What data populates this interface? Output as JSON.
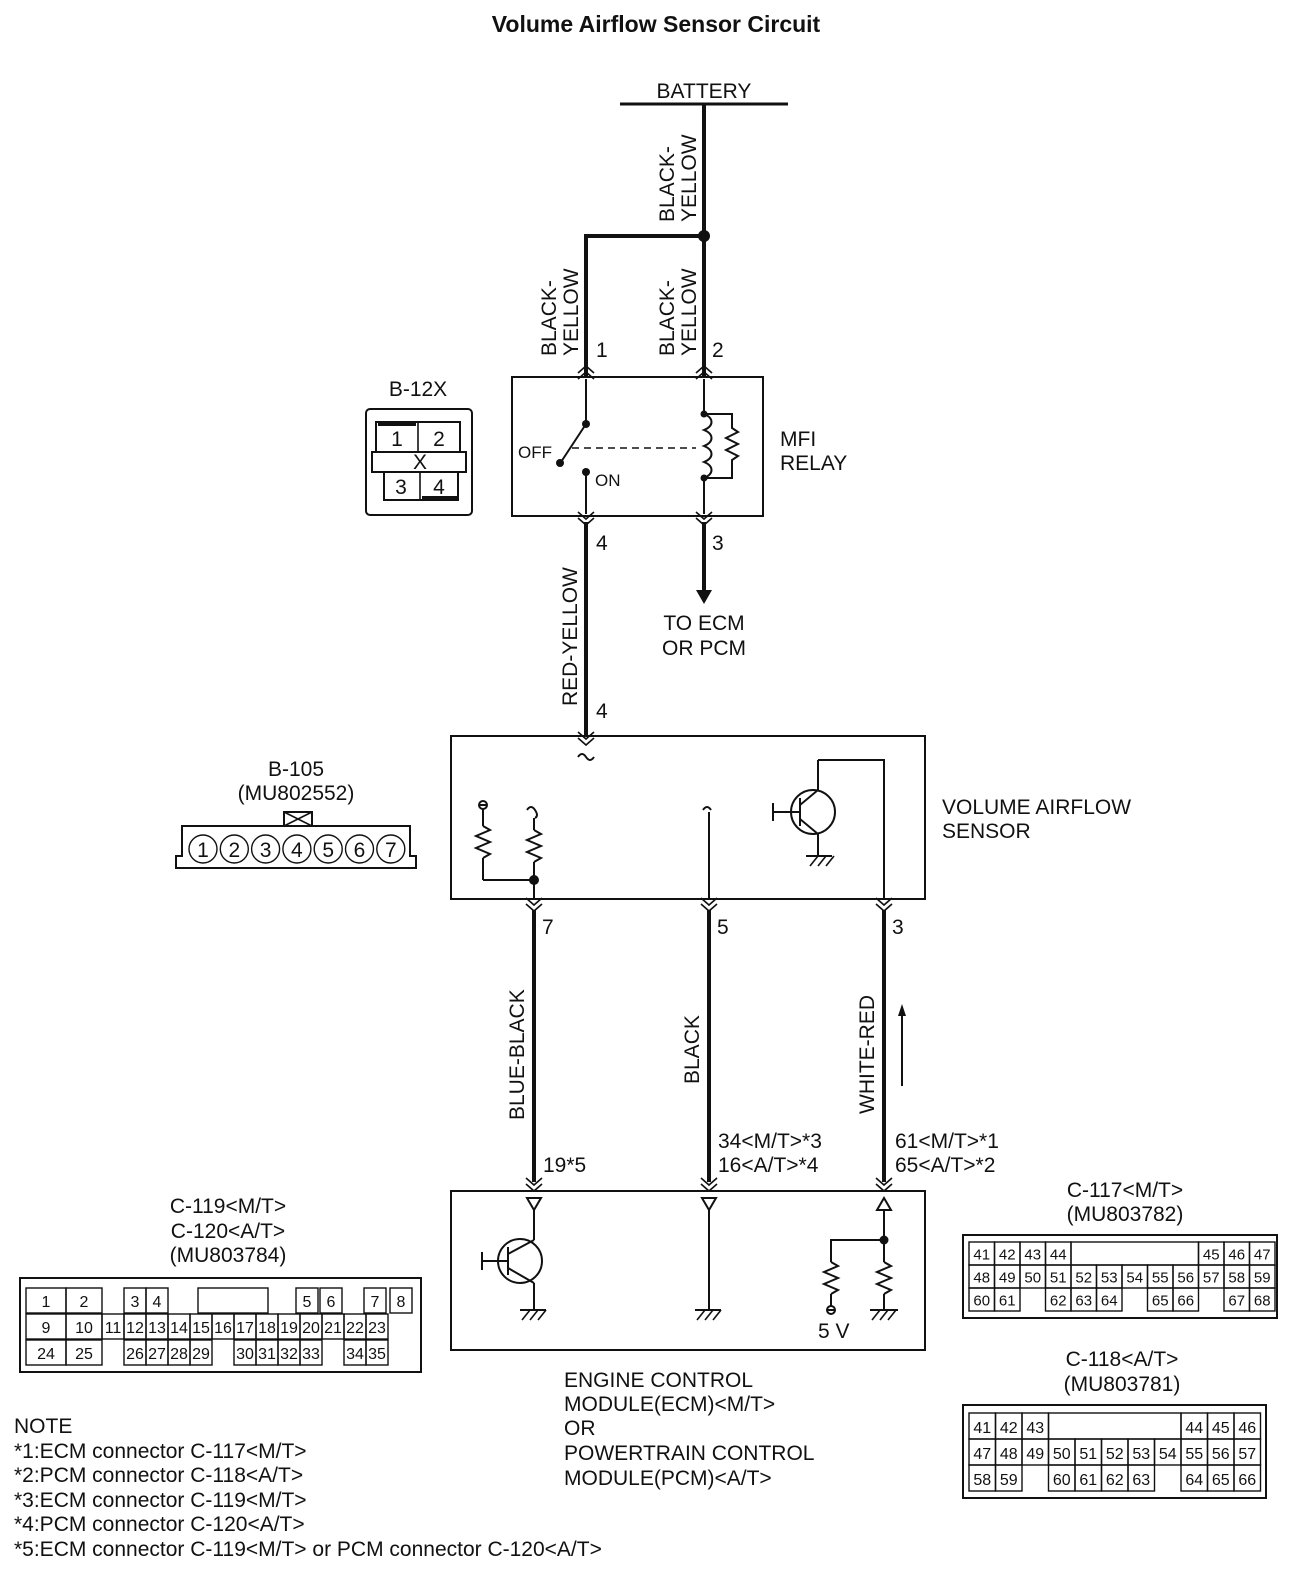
{
  "title": "Volume Airflow Sensor Circuit",
  "battery": "BATTERY",
  "wires": {
    "battery_feed": "BLACK-\nYELLOW",
    "relay_pin1": "BLACK-\nYELLOW",
    "relay_pin2": "BLACK-\nYELLOW",
    "relay_to_sensor": "RED-YELLOW",
    "sensor_pin7": "BLUE-BLACK",
    "sensor_pin5": "BLACK",
    "sensor_pin3": "WHITE-RED"
  },
  "relay": {
    "name_line1": "MFI",
    "name_line2": "RELAY",
    "off": "OFF",
    "on": "ON",
    "pins": [
      "1",
      "2",
      "4",
      "3"
    ],
    "to_ecm_line1": "TO ECM",
    "to_ecm_line2": "OR PCM"
  },
  "sensor": {
    "name_line1": "VOLUME AIRFLOW",
    "name_line2": "SENSOR",
    "pin_in": "4",
    "pins": [
      "7",
      "5",
      "3"
    ]
  },
  "ecm_pins": {
    "pin7": "19*5",
    "pin5_line1": "34<M/T>*3",
    "pin5_line2": "16<A/T>*4",
    "pin3_line1": "61<M/T>*1",
    "pin3_line2": "65<A/T>*2",
    "supply": "5 V"
  },
  "ecm": {
    "line1": "ENGINE CONTROL",
    "line2": "MODULE(ECM)<M/T>",
    "line3": "OR",
    "line4": "POWERTRAIN CONTROL",
    "line5": "MODULE(PCM)<A/T>"
  },
  "connectors": {
    "b12x": {
      "label": "B-12X",
      "cells": [
        "1",
        "2",
        "X",
        "3",
        "4"
      ]
    },
    "b105": {
      "label": "B-105",
      "part": "(MU802552)",
      "cells": [
        "1",
        "2",
        "3",
        "4",
        "5",
        "6",
        "7"
      ]
    },
    "c119": {
      "label1": "C-119<M/T>",
      "label2": "C-120<A/T>",
      "part": "(MU803784)",
      "rows": [
        [
          "1",
          "2",
          "",
          "3",
          "4",
          "",
          "",
          "",
          "",
          "5",
          "6",
          "",
          "7",
          "8"
        ],
        [
          "9",
          "10",
          "11",
          "12",
          "13",
          "14",
          "15",
          "16",
          "17",
          "18",
          "19",
          "20",
          "21",
          "22",
          "23"
        ],
        [
          "24",
          "25",
          "",
          "26",
          "27",
          "28",
          "29",
          "",
          "30",
          "31",
          "32",
          "33",
          "",
          "34",
          "35"
        ]
      ]
    },
    "c117": {
      "label": "C-117<M/T>",
      "part": "(MU803782)",
      "rows": [
        [
          "41",
          "42",
          "43",
          "44",
          "",
          "",
          "",
          "",
          "",
          "45",
          "46",
          "47"
        ],
        [
          "48",
          "49",
          "50",
          "51",
          "52",
          "53",
          "54",
          "55",
          "56",
          "57",
          "58",
          "59"
        ],
        [
          "60",
          "61",
          "",
          "62",
          "63",
          "64",
          "",
          "65",
          "66",
          "",
          "67",
          "68"
        ]
      ]
    },
    "c118": {
      "label": "C-118<A/T>",
      "part": "(MU803781)",
      "rows": [
        [
          "41",
          "42",
          "43",
          "",
          "",
          "",
          "",
          "",
          "44",
          "45",
          "46"
        ],
        [
          "47",
          "48",
          "49",
          "50",
          "51",
          "52",
          "53",
          "54",
          "55",
          "56",
          "57"
        ],
        [
          "58",
          "59",
          "",
          "60",
          "61",
          "62",
          "63",
          "",
          "64",
          "65",
          "66"
        ]
      ]
    }
  },
  "notes": {
    "heading": "NOTE",
    "items": [
      "*1:ECM connector C-117<M/T>",
      "*2:PCM connector C-118<A/T>",
      "*3:ECM connector C-119<M/T>",
      "*4:PCM connector C-120<A/T>",
      "*5:ECM connector C-119<M/T> or PCM connector C-120<A/T>"
    ]
  }
}
